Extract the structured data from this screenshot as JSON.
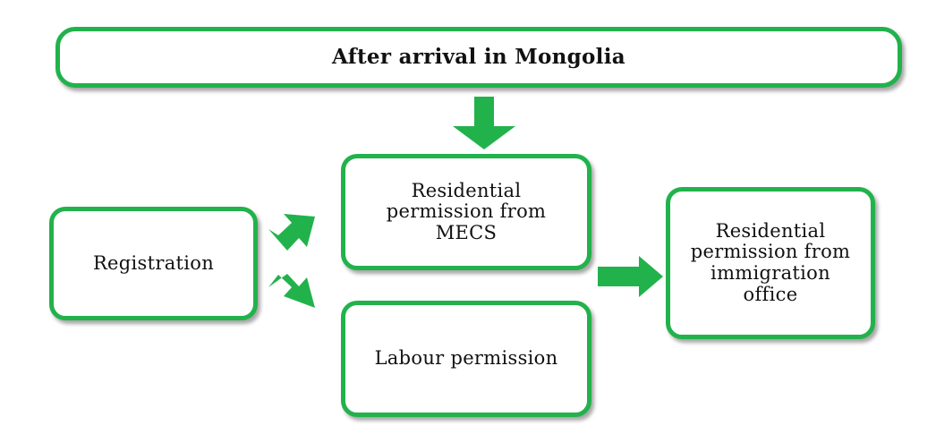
{
  "diagram": {
    "header": {
      "label": "After arrival in Mongolia"
    },
    "nodes": {
      "registration": {
        "label": "Registration"
      },
      "mecs": {
        "lines": [
          "Residential",
          "permission from",
          "MECS"
        ]
      },
      "labour": {
        "label": "Labour permission"
      },
      "immigration": {
        "lines": [
          "Residential",
          "permission from",
          "immigration",
          "office"
        ]
      }
    },
    "edges": [
      {
        "from": "header",
        "to": "mecs"
      },
      {
        "from": "registration",
        "to": "mecs"
      },
      {
        "from": "registration",
        "to": "labour"
      },
      {
        "from": "mecs",
        "to": "immigration"
      }
    ],
    "colors": {
      "accent": "#22b24c",
      "text": "#111111",
      "background": "#ffffff"
    }
  }
}
